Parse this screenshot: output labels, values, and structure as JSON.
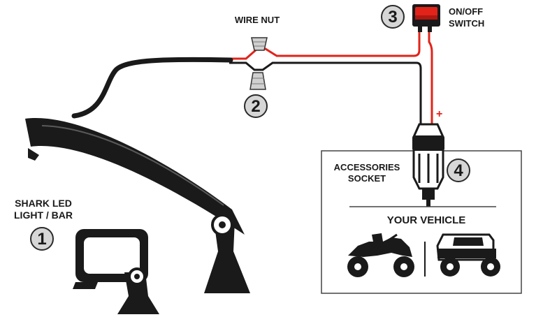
{
  "labels": {
    "wire_nut": "WIRE NUT",
    "switch_line1": "ON/OFF",
    "switch_line2": "SWITCH",
    "socket_line1": "ACCESSORIES",
    "socket_line2": "SOCKET",
    "vehicle": "YOUR VEHICLE",
    "light_line1": "SHARK LED",
    "light_line2": "LIGHT / BAR",
    "plus": "+"
  },
  "steps": {
    "light": "1",
    "wire_nut": "2",
    "switch": "3",
    "socket": "4"
  },
  "colors": {
    "positive_wire": "#e2231a",
    "ground_wire": "#1a1a1a",
    "badge_fill": "#d6d6d6",
    "badge_stroke": "#2a2a2a"
  },
  "icons": [
    "atv-icon",
    "utv-icon",
    "wire-nut-icon",
    "rocker-switch-icon",
    "socket-plug-icon",
    "led-light-bar-icon",
    "led-pod-light-icon"
  ]
}
